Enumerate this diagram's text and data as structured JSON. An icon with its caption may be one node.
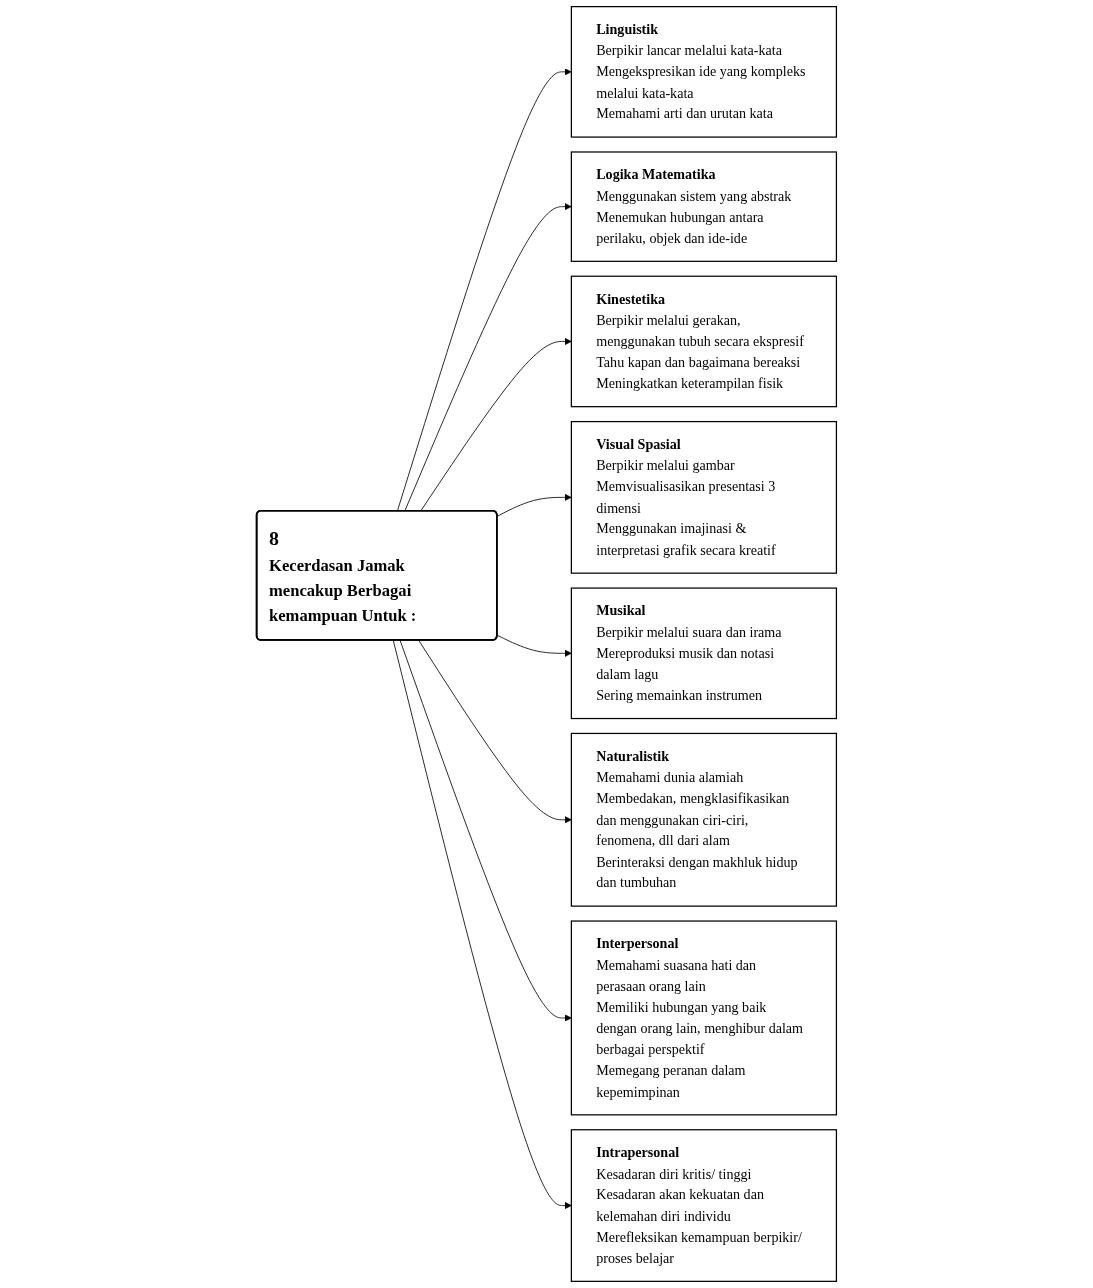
{
  "diagram": {
    "nodes": [
      {
        "text": [
          "Linguistik",
          "Berpikir lancar melalui kata-kata",
          "Mengekspresikan ide yang kompleks melalui kata-kata",
          "Memahami arti dan urutan kata"
        ]
      },
      {
        "text": [
          "Logika Matematika",
          "Menggunakan sistem yang abstrak",
          "Menemukan hubungan antara perilaku, objek dan ide-ide"
        ]
      },
      {
        "text": [
          "Kinestetika",
          "Berpikir melalui gerakan, menggunakan tubuh secara ekspresif",
          "Tahu kapan dan bagaimana bereaksi",
          "Meningkatkan keterampilan fisik"
        ]
      },
      {
        "text": [
          "Visual Spasial",
          "Berpikir melalui gambar",
          "Memvisualisasikan presentasi 3 dimensi",
          "Menggunakan imajinasi & interpretasi grafik secara kreatif"
        ]
      },
      {
        "text": [
          "8",
          "Kecerdasan Jamak mencakup Berbagai kemampuan Untuk :"
        ]
      },
      {
        "text": [
          "Musikal",
          "Berpikir melalui suara dan irama",
          "Mereproduksi musik dan notasi dalam lagu",
          "Sering memainkan instrumen"
        ]
      },
      {
        "text": [
          "Naturalistik",
          "Memahami dunia alamiah",
          "Membedakan, mengklasifikasikan dan menggunakan ciri-ciri, fenomena, dll dari alam",
          "Berinteraksi dengan makhluk hidup dan tumbuhan"
        ]
      },
      {
        "text": [
          "Interpersonal",
          "Memahami suasana hati dan perasaan orang lain",
          "Memiliki hubungan yang baik dengan orang lain, menghibur dalam berbagai perspektif",
          "Memegang peranan dalam kepemimpinan"
        ]
      },
      {
        "text": [
          "Intrapersonal",
          "Kesadaran diri kritis/ tinggi",
          "Kesadaran akan kekuatan dan kelemahan diri individu",
          "Merefleksikan kemampuan berpikir/ proses belajar"
        ]
      }
    ],
    "edges": [
      {
        "from": 4,
        "to": 0,
        "arrow": "to"
      },
      {
        "from": 4,
        "to": 1,
        "arrow": "to"
      },
      {
        "from": 4,
        "to": 2,
        "arrow": "to"
      },
      {
        "from": 4,
        "to": 3,
        "arrow": "to"
      },
      {
        "from": 4,
        "to": 5,
        "arrow": "to"
      },
      {
        "from": 4,
        "to": 6,
        "arrow": "to"
      },
      {
        "from": 4,
        "to": 7,
        "arrow": "to"
      },
      {
        "from": 4,
        "to": 8,
        "arrow": "to"
      }
    ]
  }
}
